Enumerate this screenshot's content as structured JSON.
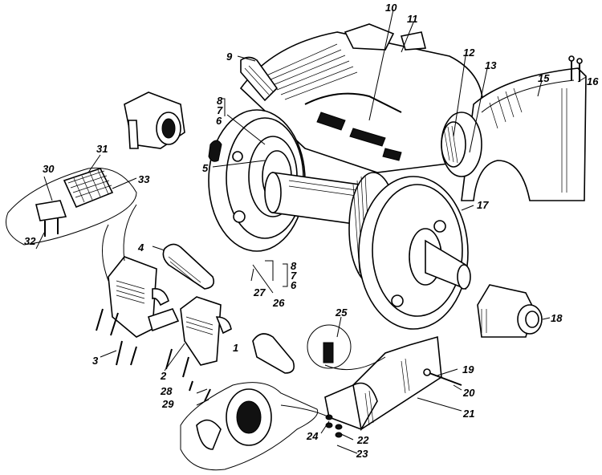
{
  "figure": {
    "type": "exploded-assembly-drawing",
    "subject": "wheel set with traction motor housing, axle bearings and gearbox",
    "labels": [
      {
        "id": "1",
        "text": "1"
      },
      {
        "id": "2",
        "text": "2"
      },
      {
        "id": "3",
        "text": "3"
      },
      {
        "id": "4",
        "text": "4"
      },
      {
        "id": "5",
        "text": "5"
      },
      {
        "id": "6",
        "text": "6"
      },
      {
        "id": "7",
        "text": "7"
      },
      {
        "id": "8",
        "text": "8"
      },
      {
        "id": "9",
        "text": "9"
      },
      {
        "id": "10",
        "text": "10"
      },
      {
        "id": "11",
        "text": "11"
      },
      {
        "id": "12",
        "text": "12"
      },
      {
        "id": "13",
        "text": "13"
      },
      {
        "id": "15",
        "text": "15"
      },
      {
        "id": "16",
        "text": "16"
      },
      {
        "id": "17",
        "text": "17"
      },
      {
        "id": "18",
        "text": "18"
      },
      {
        "id": "19",
        "text": "19"
      },
      {
        "id": "20",
        "text": "20"
      },
      {
        "id": "21",
        "text": "21"
      },
      {
        "id": "22",
        "text": "22"
      },
      {
        "id": "23",
        "text": "23"
      },
      {
        "id": "24",
        "text": "24"
      },
      {
        "id": "25",
        "text": "25"
      },
      {
        "id": "26",
        "text": "26"
      },
      {
        "id": "27",
        "text": "27"
      },
      {
        "id": "28",
        "text": "28"
      },
      {
        "id": "29",
        "text": "29"
      },
      {
        "id": "30",
        "text": "30"
      },
      {
        "id": "31",
        "text": "31"
      },
      {
        "id": "32",
        "text": "32"
      },
      {
        "id": "33",
        "text": "33"
      },
      {
        "id": "6b",
        "text": "6"
      },
      {
        "id": "7b",
        "text": "7"
      },
      {
        "id": "8b",
        "text": "8"
      }
    ]
  }
}
